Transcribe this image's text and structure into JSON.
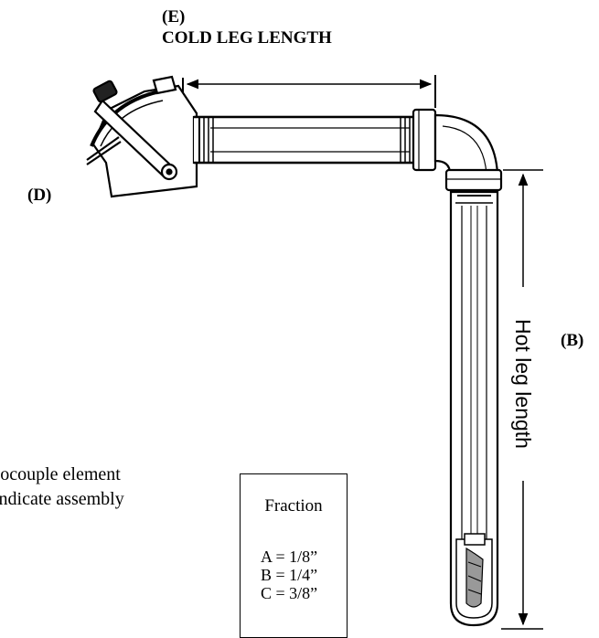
{
  "labels": {
    "e_letter": "(E)",
    "e_title": "COLD LEG LENGTH",
    "d": "(D)",
    "b": "(B)",
    "hot_leg": "Hot leg length"
  },
  "body_text": {
    "line1": "rmocouple element",
    "line2": "d indicate assembly"
  },
  "fraction_box": {
    "title": "Fraction",
    "items": [
      "A = 1/8”",
      "B = 1/4”",
      "C = 3/8”"
    ]
  }
}
